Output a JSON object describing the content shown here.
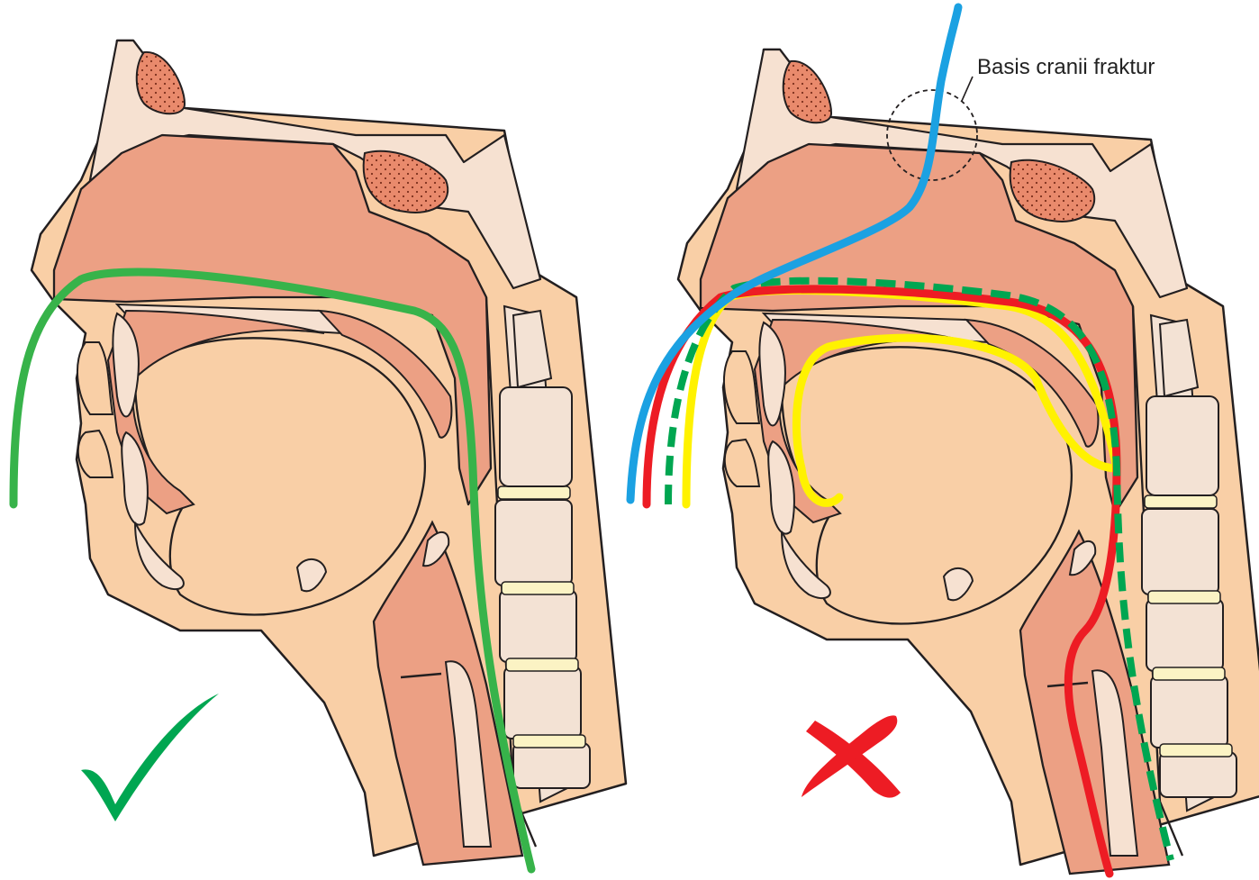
{
  "annotations": {
    "fracture_label": "Basis cranii fraktur"
  },
  "panels": [
    {
      "id": "correct",
      "verdict": "correct",
      "verdict_icon": "check-mark-icon",
      "verdict_color": "#00a651"
    },
    {
      "id": "incorrect",
      "verdict": "incorrect",
      "verdict_icon": "cross-mark-icon",
      "verdict_color": "#ed1c24"
    }
  ],
  "colors": {
    "skin": "#f9cfa6",
    "skin_light": "#f6e1d1",
    "mucosa": "#eca084",
    "sinus": "#e98a6c",
    "bone": "#f3e2d4",
    "disc": "#fbf3c4",
    "outline": "#231f20",
    "tube_green": "#37b34a",
    "tube_green_dark": "#00a651",
    "tube_blue": "#1ba1e2",
    "tube_red": "#ed1c24",
    "tube_yellow": "#fff200"
  },
  "tube_paths": {
    "correct": [
      "green solid"
    ],
    "incorrect": [
      "blue through fracture",
      "red into trachea",
      "green dashed",
      "yellow coiled in mouth"
    ]
  }
}
